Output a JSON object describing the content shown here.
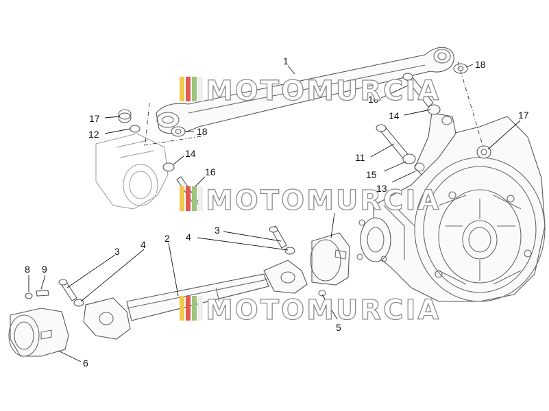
{
  "diagram": {
    "watermark_text": "MOTOMURCIA",
    "watermark_colors": [
      "#f2c94c",
      "#e05a4f",
      "#9bc57a",
      "#eeeeee"
    ],
    "callouts": [
      "1",
      "2",
      "3",
      "3",
      "4",
      "4",
      "5",
      "6",
      "8",
      "9",
      "10",
      "11",
      "12",
      "13",
      "14",
      "14",
      "15",
      "16",
      "17",
      "17",
      "18",
      "18"
    ]
  }
}
